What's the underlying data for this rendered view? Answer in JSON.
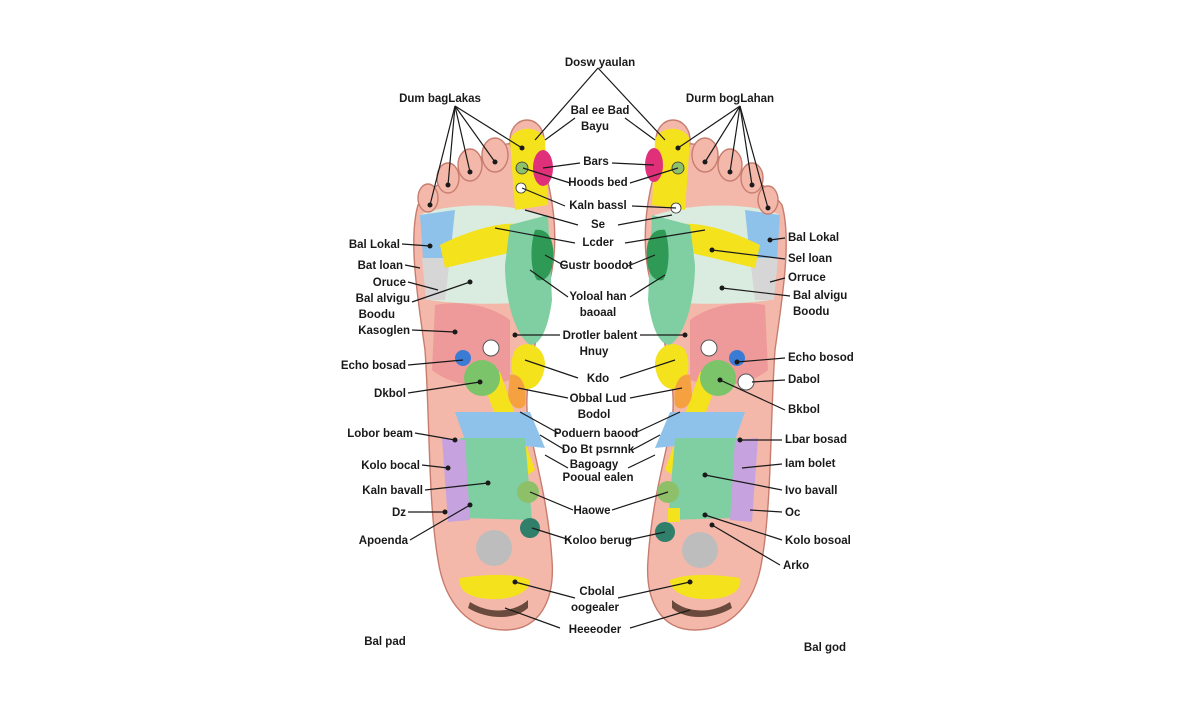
{
  "diagram": {
    "colors": {
      "skin": "#f4b8aa",
      "pink": "#ef9a9a",
      "yellow": "#f4e21c",
      "green": "#7cc46a",
      "dark_green": "#2e9a55",
      "teal": "#8fd3b8",
      "blue": "#64b5f6",
      "purple": "#b78fd6",
      "magenta": "#e0307a",
      "gray": "#bdbdbd",
      "orange": "#f5a142"
    },
    "labels": {
      "top": "Dosw yaulan",
      "toes_left": "Dum bagLakas",
      "toes_right": "Durm bogLahan",
      "bal_bad": "Bal ee Bad",
      "bal_bad_2": "Bayu",
      "ear": "Bars",
      "hoods": "Hoods bed",
      "kaln_bassl": "Kaln bassl",
      "se": "Se",
      "lcder": "Lcder",
      "gusfr": "Gustr boodot",
      "yloal_1": "Yoloal han",
      "yloal_2": "baoaal",
      "dr_1": "Drotler balent",
      "dr_2": "Hnuy",
      "kdo": "Kdo",
      "obbal_1": "Obbal Lud",
      "obbal_2": "Bodol",
      "poduer": "Poduern baood",
      "dob": "Do Bt psrnnk",
      "sag_1": "Bagoagy",
      "sag_2": "Pooual ealen",
      "haowe": "Haowe",
      "kola_left": "Koloo berug",
      "cpal_1": "Cbolal",
      "cpal_2": "oogealer",
      "hecoder": "Heeeoder",
      "l_bal_lokal": "Bal Lokal",
      "l_bat_lean": "Bat loan",
      "l_oruce": "Oruce",
      "l_bal_alvigu": "Bal alvigu",
      "l_bal_alvigu_2": "Boodu",
      "l_kasoglen": "Kasoglen",
      "l_echo": "Echo bosad",
      "l_dkbol": "Dkbol",
      "l_lobor": "Lobor beam",
      "l_kolo": "Kolo bocal",
      "l_kaln": "Kaln bavall",
      "l_dz": "Dz",
      "l_apenda": "Apoenda",
      "l_bottom": "Bal pad",
      "r_bal_lokal": "Bal Lokal",
      "r_sel_lean": "Sel loan",
      "r_oruce": "Orruce",
      "r_bal_alvigu": "Bal alvigu",
      "r_bal_alvigu_2": "Boodu",
      "r_echo": "Echo bosod",
      "r_dabol": "Dabol",
      "r_bkbol": "Bkbol",
      "r_lbar": "Lbar bosad",
      "r_iam": "Iam bolet",
      "r_ivo": "Ivo bavall",
      "r_oc": "Oc",
      "r_kolo": "Kolo bosoal",
      "r_arko": "Arko",
      "r_bottom": "Bal god"
    }
  }
}
